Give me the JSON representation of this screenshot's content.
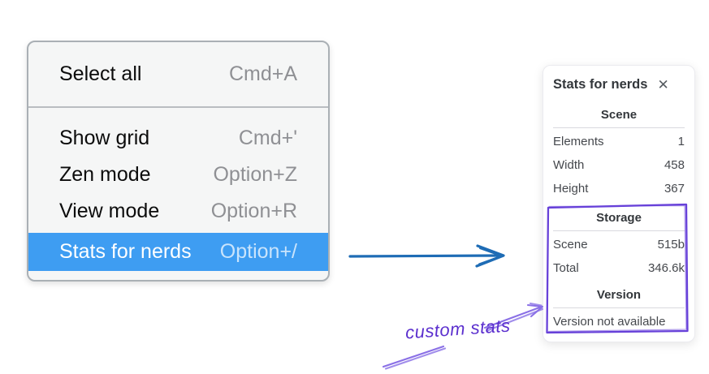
{
  "menu": {
    "groups": [
      {
        "items": [
          {
            "label": "Select all",
            "shortcut": "Cmd+A",
            "highlighted": false
          }
        ]
      },
      {
        "items": [
          {
            "label": "Show grid",
            "shortcut": "Cmd+'",
            "highlighted": false
          },
          {
            "label": "Zen mode",
            "shortcut": "Option+Z",
            "highlighted": false
          },
          {
            "label": "View mode",
            "shortcut": "Option+R",
            "highlighted": false
          },
          {
            "label": "Stats for nerds",
            "shortcut": "Option+/",
            "highlighted": true
          }
        ]
      }
    ],
    "highlight_color": "#3e9df2"
  },
  "stats_panel": {
    "title": "Stats for nerds",
    "close_icon": "✕",
    "sections": [
      {
        "heading": "Scene",
        "rows": [
          [
            "Elements",
            "1"
          ],
          [
            "Width",
            "458"
          ],
          [
            "Height",
            "367"
          ]
        ]
      },
      {
        "heading": "Storage",
        "rows": [
          [
            "Scene",
            "515b"
          ],
          [
            "Total",
            "346.6k"
          ]
        ]
      },
      {
        "heading": "Version",
        "rows": [],
        "note": "Version not available"
      }
    ]
  },
  "annotations": {
    "custom_stats_label": "custom stats",
    "arrow_blue": "#1e6cb5",
    "annotation_purple": "#6741d9",
    "annotation_purple_light": "#8a70e6"
  }
}
